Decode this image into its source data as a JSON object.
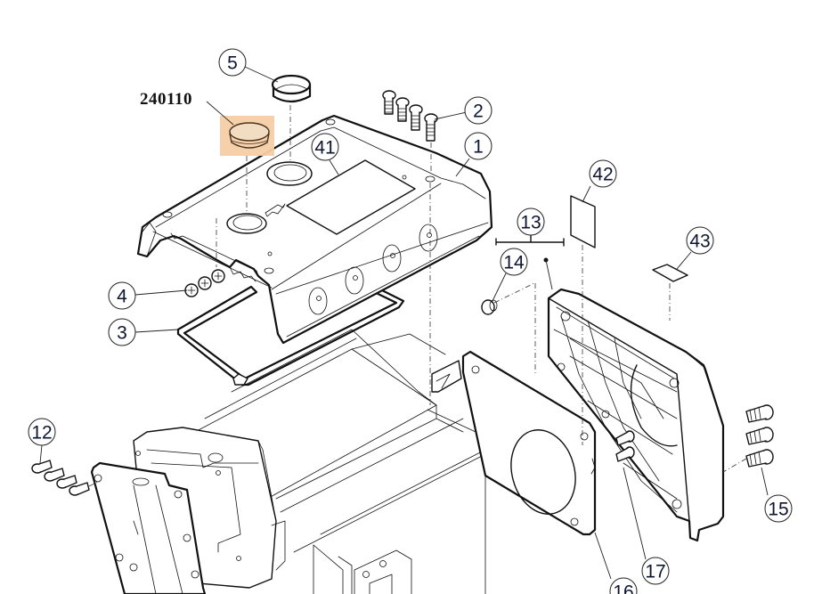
{
  "diagram": {
    "type": "exploded-parts-view",
    "highlight_color": "#f5cda5",
    "callout_text_color": "#0d1530",
    "highlighted_part": {
      "part_number": "240110",
      "description": "cap / plug"
    },
    "callouts": [
      {
        "id": "c1",
        "label": "1"
      },
      {
        "id": "c2",
        "label": "2"
      },
      {
        "id": "c3",
        "label": "3"
      },
      {
        "id": "c4",
        "label": "4"
      },
      {
        "id": "c5",
        "label": "5"
      },
      {
        "id": "c12",
        "label": "12"
      },
      {
        "id": "c13",
        "label": "13"
      },
      {
        "id": "c14",
        "label": "14"
      },
      {
        "id": "c15",
        "label": "15"
      },
      {
        "id": "c16",
        "label": "16"
      },
      {
        "id": "c17",
        "label": "17"
      },
      {
        "id": "c41",
        "label": "41"
      },
      {
        "id": "c42",
        "label": "42"
      },
      {
        "id": "c43",
        "label": "43"
      }
    ]
  }
}
